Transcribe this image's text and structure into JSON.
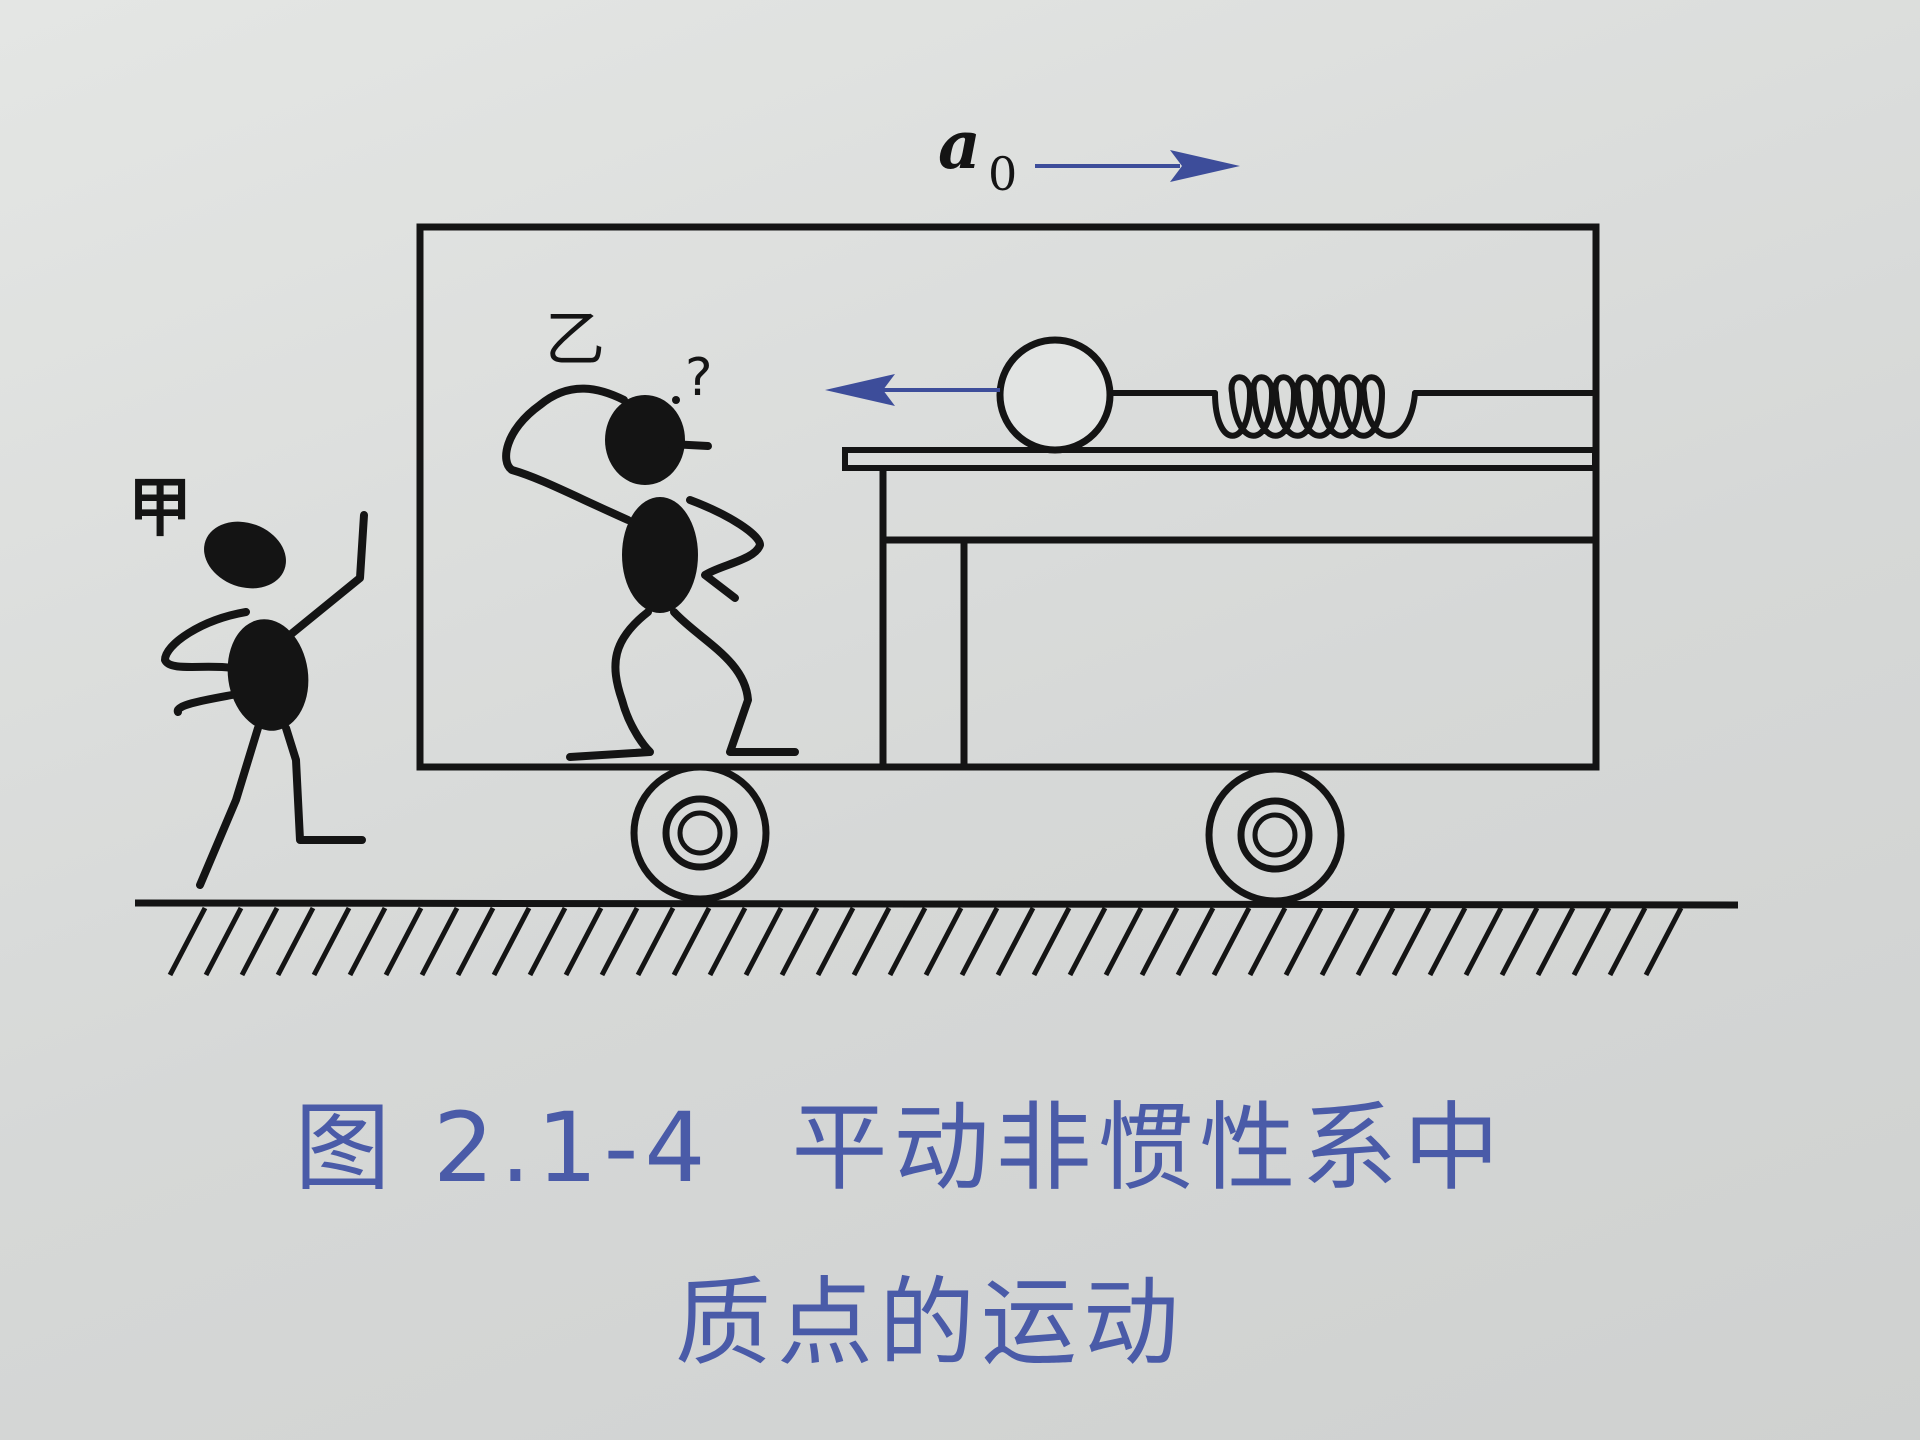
{
  "labels": {
    "accel_symbol": "a",
    "accel_subscript": "0",
    "observer_outside": "甲",
    "observer_inside": "乙",
    "question_mark": "?"
  },
  "caption": {
    "number": "图 2.1-4",
    "title_line1": "平动非惯性系中",
    "title_line2": "质点的运动"
  },
  "colors": {
    "ink": "#141414",
    "arrow_blue": "#3d4d9a",
    "caption_blue": "#4a5ba8",
    "paper": "#dcdedd"
  },
  "icons": {
    "accel_arrow": "right-arrow-icon",
    "ball_arrow": "left-arrow-icon"
  }
}
